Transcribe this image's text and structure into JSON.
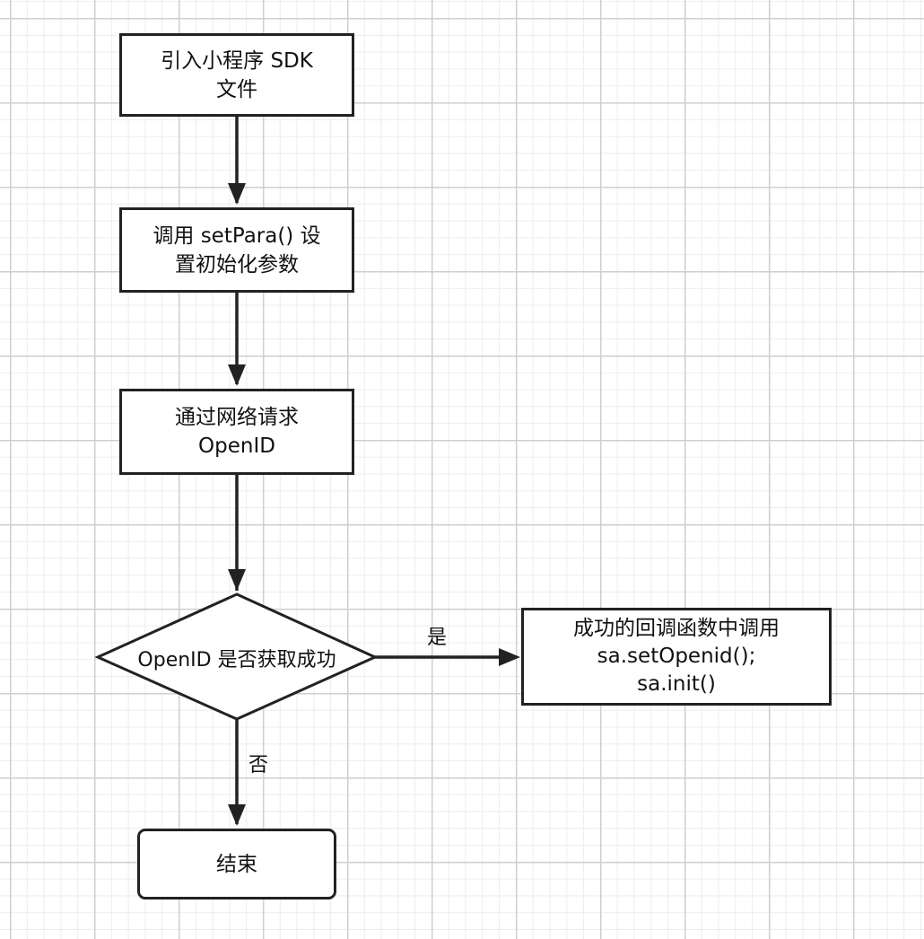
{
  "nodes": {
    "start": {
      "lines": [
        "引入小程序 SDK",
        "文件"
      ]
    },
    "set_para": {
      "lines": [
        "调用 setPara() 设",
        "置初始化参数"
      ]
    },
    "request": {
      "lines": [
        "通过网络请求",
        "OpenID"
      ]
    },
    "decision": {
      "label": "OpenID 是否获取成功"
    },
    "success": {
      "lines": [
        "成功的回调函数中调用",
        "sa.setOpenid();",
        "sa.init()"
      ]
    },
    "end": {
      "label": "结束"
    }
  },
  "edges": {
    "yes_label": "是",
    "no_label": "否"
  },
  "colors": {
    "stroke": "#222222",
    "text": "#111111",
    "grid_major": "#cfcfcf",
    "grid_minor": "#ececec"
  }
}
